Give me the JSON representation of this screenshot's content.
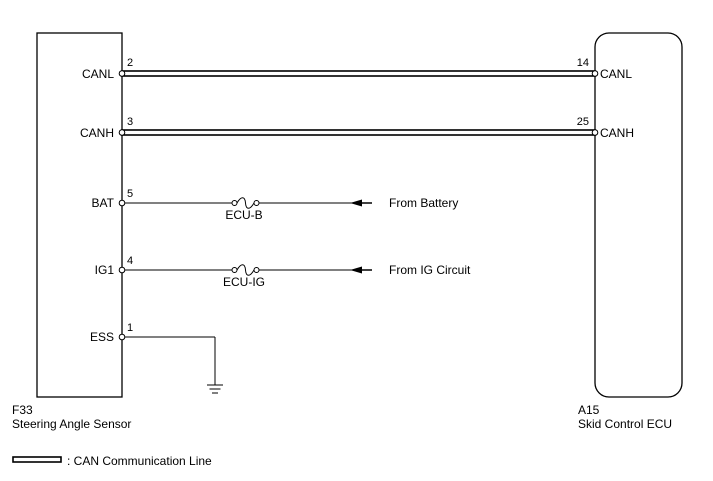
{
  "left_component": {
    "code": "F33",
    "name": "Steering Angle Sensor",
    "terminals": [
      {
        "label": "CANL",
        "pin": "2"
      },
      {
        "label": "CANH",
        "pin": "3"
      },
      {
        "label": "BAT",
        "pin": "5"
      },
      {
        "label": "IG1",
        "pin": "4"
      },
      {
        "label": "ESS",
        "pin": "1"
      }
    ]
  },
  "right_component": {
    "code": "A15",
    "name": "Skid Control ECU",
    "terminals": [
      {
        "label": "CANL",
        "pin": "14"
      },
      {
        "label": "CANH",
        "pin": "25"
      }
    ]
  },
  "fuses": [
    {
      "name": "ECU-B",
      "source": "From Battery"
    },
    {
      "name": "ECU-IG",
      "source": "From IG Circuit"
    }
  ],
  "legend": {
    "label": ": CAN Communication Line"
  }
}
